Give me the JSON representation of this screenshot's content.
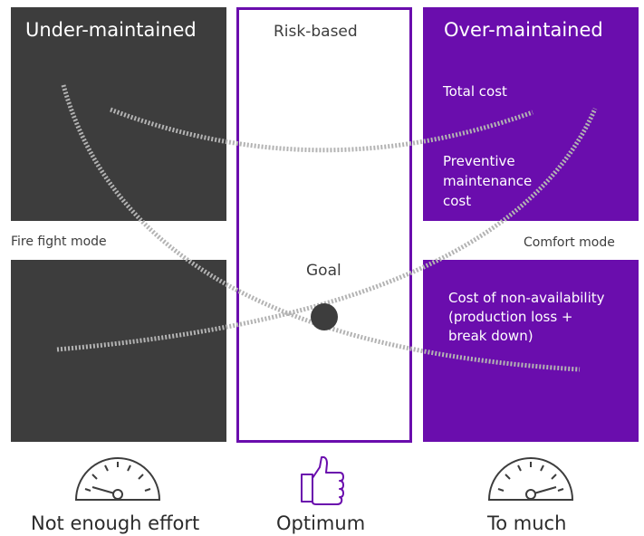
{
  "columns": {
    "left_title": "Under-maintained",
    "middle_title": "Risk-based",
    "right_title": "Over-maintained"
  },
  "labels": {
    "total_cost": "Total cost",
    "preventive_line1": "Preventive",
    "preventive_line2": "maintenance",
    "preventive_line3": "cost",
    "fire_fight": "Fire fight mode",
    "comfort": "Comfort mode",
    "goal": "Goal",
    "nonavail_line1": "Cost of non-availability",
    "nonavail_line2": "(production loss +",
    "nonavail_line3": "break down)"
  },
  "bottom": {
    "left": "Not enough effort",
    "middle": "Optimum",
    "right": "To much"
  },
  "icons": {
    "left": "gauge-low-icon",
    "middle": "thumbs-up-icon",
    "right": "gauge-high-icon"
  },
  "colors": {
    "dark": "#3d3d3d",
    "purple": "#6a0dad",
    "curve": "#b3b3b3"
  }
}
